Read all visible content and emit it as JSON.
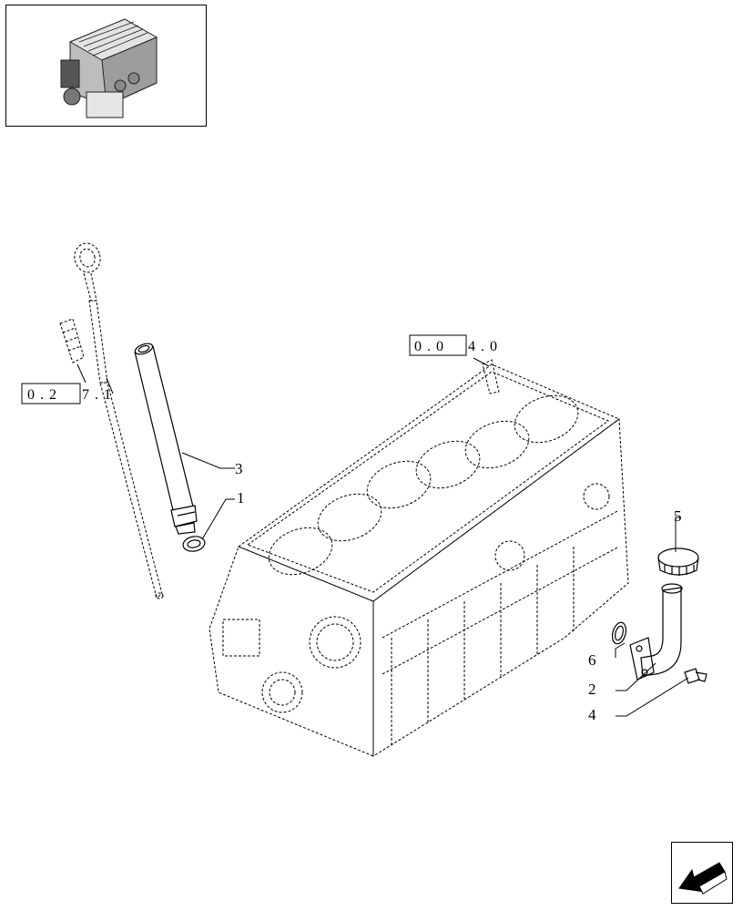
{
  "references": {
    "block_ref": {
      "boxed": "0 . 0",
      "rest": "4 . 0"
    },
    "dipstick_ref": {
      "boxed": "0 . 2",
      "rest": "7 . 1"
    }
  },
  "callouts": [
    "1",
    "2",
    "3",
    "4",
    "5",
    "6"
  ],
  "icons": {
    "thumbnail": "engine-thumbnail-icon",
    "navigation": "next-page-arrow-icon"
  }
}
